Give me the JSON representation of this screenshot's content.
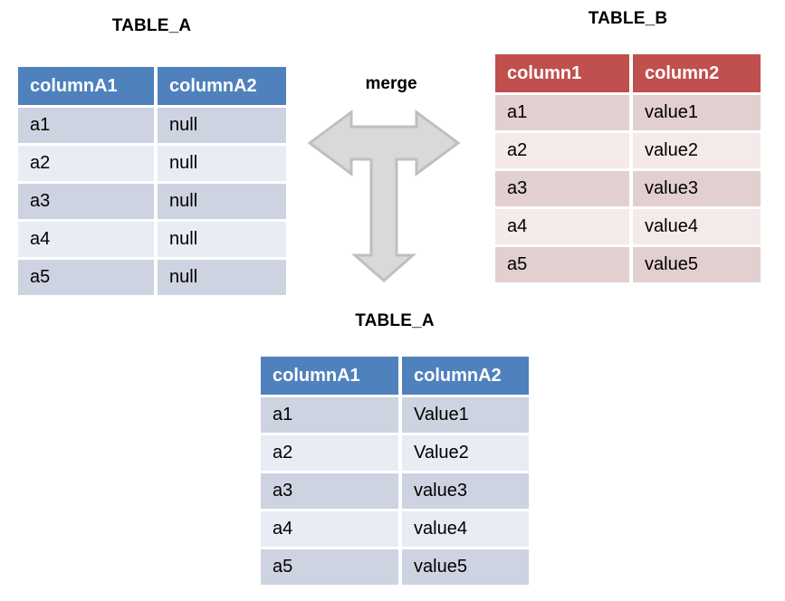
{
  "diagram": {
    "type": "table-merge-diagram",
    "background": "#ffffff",
    "colors": {
      "blue_header": "#4f81bd",
      "blue_row_odd": "#ced3e1",
      "blue_row_even": "#e8ecf4",
      "red_header": "#c0504d",
      "red_row_odd": "#e2cfcf",
      "red_row_even": "#f4eaea",
      "arrow_fill": "#d9d9d9",
      "arrow_stroke": "#bfbfbf",
      "text": "#000000",
      "header_text": "#ffffff"
    }
  },
  "source_table_a": {
    "title": "TABLE_A",
    "accent": "#4f81bd",
    "columns": [
      "columnA1",
      "columnA2"
    ],
    "rows": [
      [
        "a1",
        "null"
      ],
      [
        "a2",
        "null"
      ],
      [
        "a3",
        "null"
      ],
      [
        "a4",
        "null"
      ],
      [
        "a5",
        "null"
      ]
    ]
  },
  "source_table_b": {
    "title": "TABLE_B",
    "accent": "#c0504d",
    "columns": [
      "column1",
      "column2"
    ],
    "rows": [
      [
        "a1",
        "value1"
      ],
      [
        "a2",
        "value2"
      ],
      [
        "a3",
        "value3"
      ],
      [
        "a4",
        "value4"
      ],
      [
        "a5",
        "value5"
      ]
    ]
  },
  "merge": {
    "label": "merge",
    "arrow_icon": "tri-directional-merge-arrow",
    "directions": [
      "left",
      "right",
      "down"
    ]
  },
  "result_table_a": {
    "title": "TABLE_A",
    "accent": "#4f81bd",
    "columns": [
      "columnA1",
      "columnA2"
    ],
    "rows": [
      [
        "a1",
        "Value1"
      ],
      [
        "a2",
        "Value2"
      ],
      [
        "a3",
        "value3"
      ],
      [
        "a4",
        "value4"
      ],
      [
        "a5",
        "value5"
      ]
    ]
  }
}
